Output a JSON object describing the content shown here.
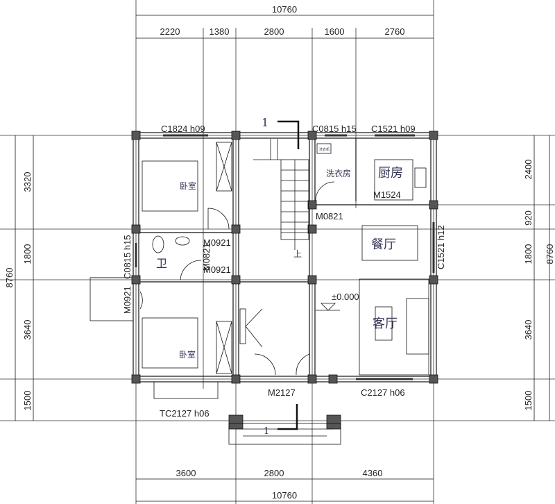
{
  "dimensions": {
    "top_total": "10760",
    "top_segments": [
      "2220",
      "1380",
      "2800",
      "1600",
      "2760"
    ],
    "bottom_segments": [
      "3600",
      "2800",
      "4360"
    ],
    "bottom_total": "10760",
    "left_total": "8760",
    "left_segments": [
      "3320",
      "1800",
      "3640",
      "1500"
    ],
    "right_total": "8760",
    "right_segments": [
      "2400",
      "920",
      "1800",
      "3640",
      "1500"
    ]
  },
  "rooms": {
    "bedroom_top": "卧室",
    "bedroom_bottom": "卧室",
    "bathroom": "卫",
    "laundry": "洗衣房",
    "kitchen": "厨房",
    "dining": "餐厅",
    "living": "客厅",
    "stair_up": "上",
    "washer": "洗衣机"
  },
  "openings": {
    "c1824": "C1824  h09",
    "c0815_top": "C0815  h15",
    "c1521_top": "C1521  h09",
    "m1524": "M1524",
    "m0821_laundry": "M0821",
    "m0921_a": "M0921",
    "m0821_bath": "M0821",
    "m0921_b": "M0921",
    "c0815_left": "C0815  h15",
    "m0921_left": "M0921",
    "c1521_right": "C1521  h12",
    "m2127": "M2127",
    "c2127": "C2127  h06",
    "tc2127": "TC2127  h06"
  },
  "annotations": {
    "level": "±0.000",
    "section_mark": "1"
  }
}
